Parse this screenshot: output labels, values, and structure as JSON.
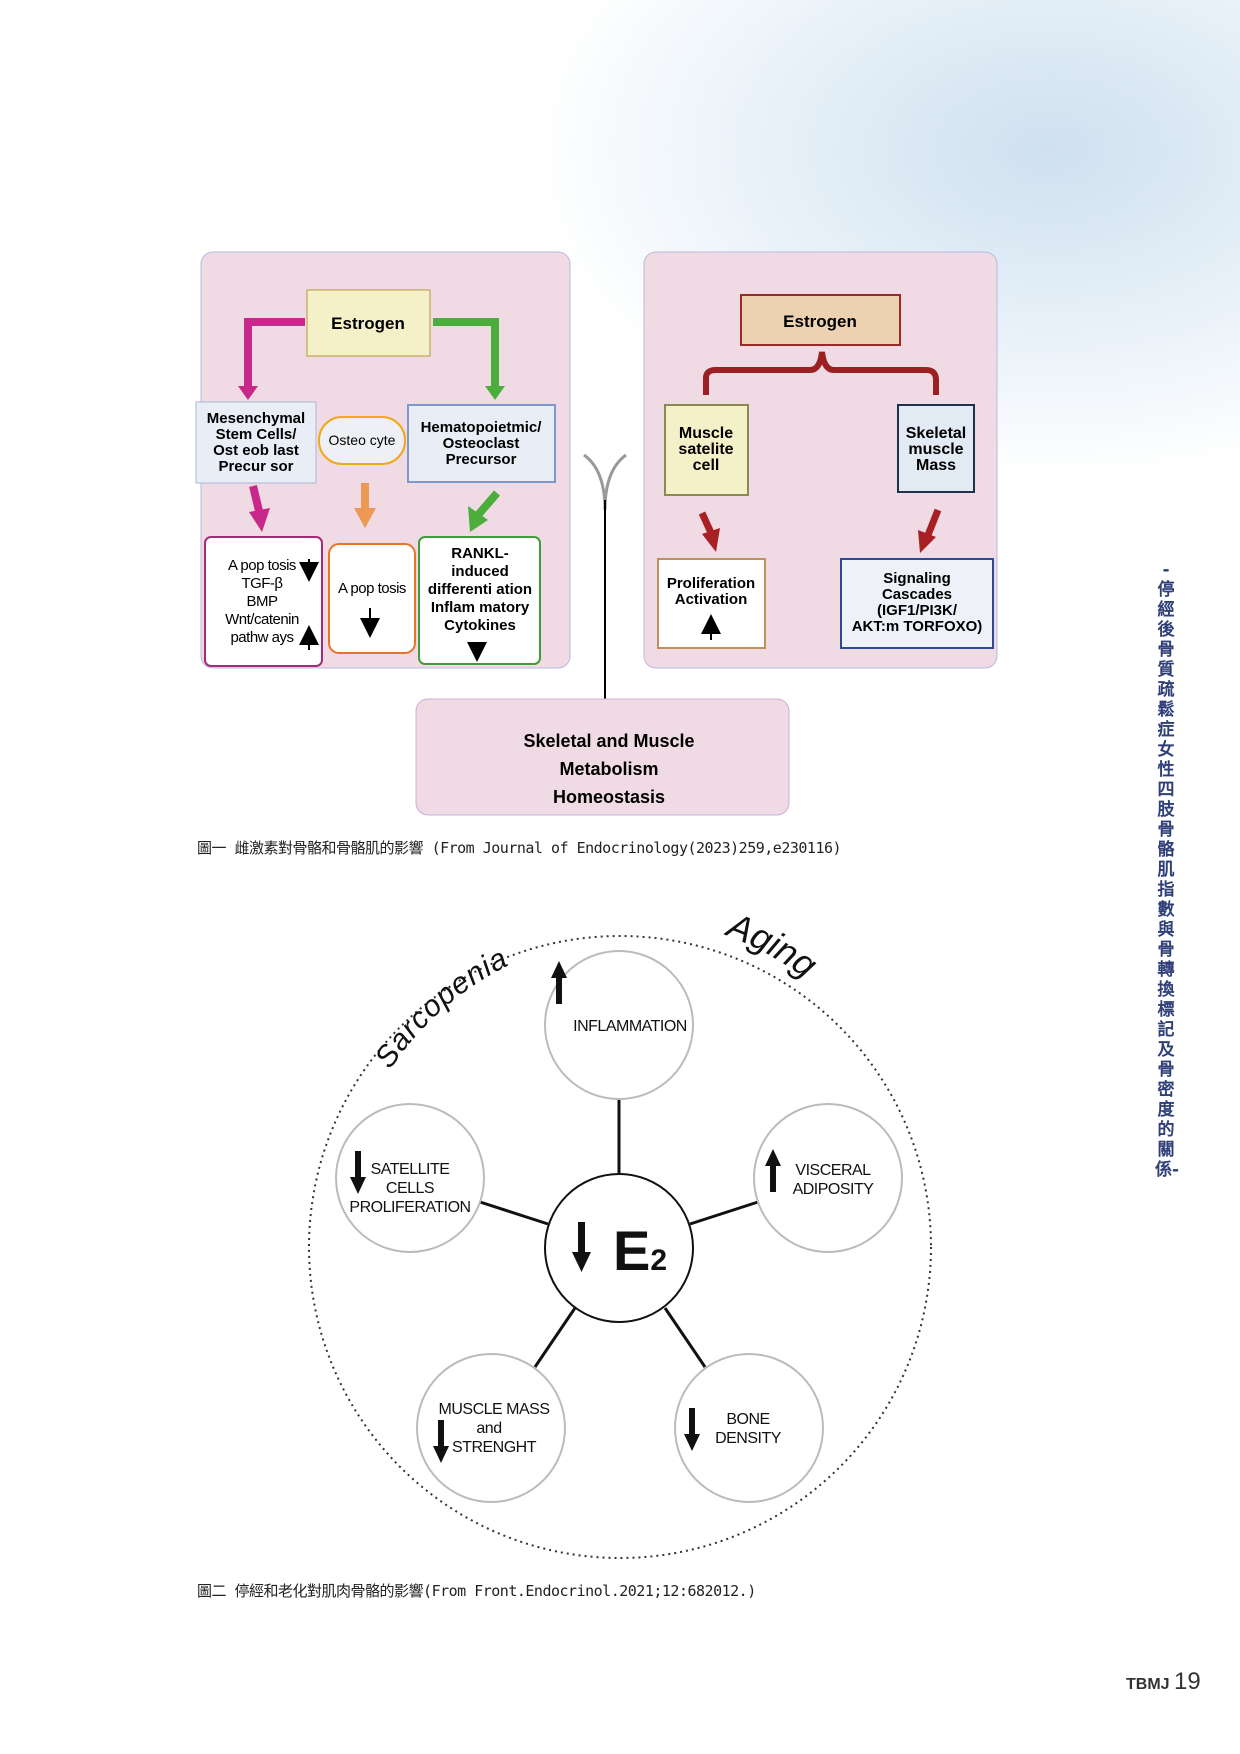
{
  "figure1": {
    "left": {
      "estrogen": "Estrogen",
      "msc": [
        "Mesenchymal",
        "Stem Cells/",
        "Ost eob last",
        "Precur sor"
      ],
      "osteocyte": "Osteo cyte",
      "hemato": [
        "Hematopoietmic/",
        "Osteoclast",
        "Precursor"
      ],
      "box1": [
        "A pop tosis",
        "TGF-β",
        "BMP",
        "Wnt/catenin",
        "pathw ays"
      ],
      "box2": "A pop tosis",
      "box3": [
        "RANKL-",
        "induced",
        "differenti ation",
        "Inflam matory",
        "Cytokines"
      ]
    },
    "right": {
      "estrogen": "Estrogen",
      "satellite": [
        "Muscle",
        "satelite",
        "cell"
      ],
      "mass": [
        "Skeletal",
        "muscle",
        "Mass"
      ],
      "prolif": [
        "Proliferation",
        "Activation"
      ],
      "signal": [
        "Signaling",
        "Cascades",
        "(IGF1/PI3K/",
        "AKT:m TORFOXO)"
      ]
    },
    "outcome": [
      "Skeletal and Muscle",
      "Metabolism",
      "Homeostasis"
    ],
    "caption": "圖一 雌激素對骨骼和骨骼肌的影響 (From Journal of Endocrinology(2023)259,e230116)"
  },
  "figure2": {
    "sarcopenia": "Sarcopenia",
    "aging": "Aging",
    "center": "E",
    "center_sub": "2",
    "inflammation": "INFLAMMATION",
    "satellite": [
      "SATELLITE",
      "CELLS",
      "PROLIFERATION"
    ],
    "visceral": [
      "VISCERAL",
      "ADIPOSITY"
    ],
    "muscle": [
      "MUSCLE MASS",
      "and",
      "STRENGHT"
    ],
    "bone": [
      "BONE",
      "DENSITY"
    ],
    "caption": "圖二 停經和老化對肌肉骨骼的影響(From Front.Endocrinol.2021;12:682012.)"
  },
  "side_title": "-停經後骨質疏鬆症女性四肢骨骼肌指數與骨轉換標記及骨密度的關係-",
  "footer": {
    "journal": "TBMJ",
    "page": "19"
  }
}
